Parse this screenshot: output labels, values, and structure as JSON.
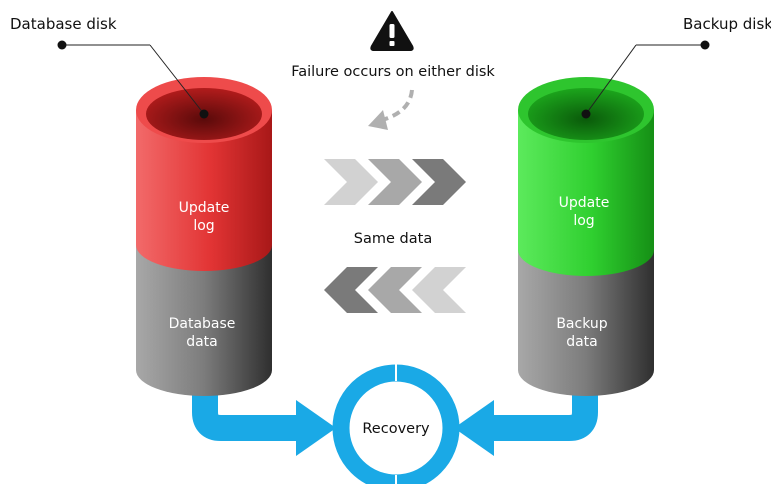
{
  "labels": {
    "database_disk": "Database disk",
    "backup_disk": "Backup disk",
    "failure": "Failure occurs on either disk",
    "same_data": "Same data",
    "recovery": "Recovery"
  },
  "db_cylinder": {
    "top_line1": "Update",
    "top_line2": "log",
    "bottom_line1": "Database",
    "bottom_line2": "data"
  },
  "backup_cylinder": {
    "top_line1": "Update",
    "top_line2": "log",
    "bottom_line1": "Backup",
    "bottom_line2": "data"
  },
  "icons": {
    "warning": "warning-triangle-icon",
    "arrows_right": "chevron-right-arrows-icon",
    "arrows_left": "chevron-left-arrows-icon"
  },
  "colors": {
    "database_log": "#e83a3a",
    "backup_log": "#3ad43a",
    "data_section": "#8a8a8a",
    "recovery_blue": "#1aa9e6",
    "chevron_gray": "#a8a8a8"
  }
}
